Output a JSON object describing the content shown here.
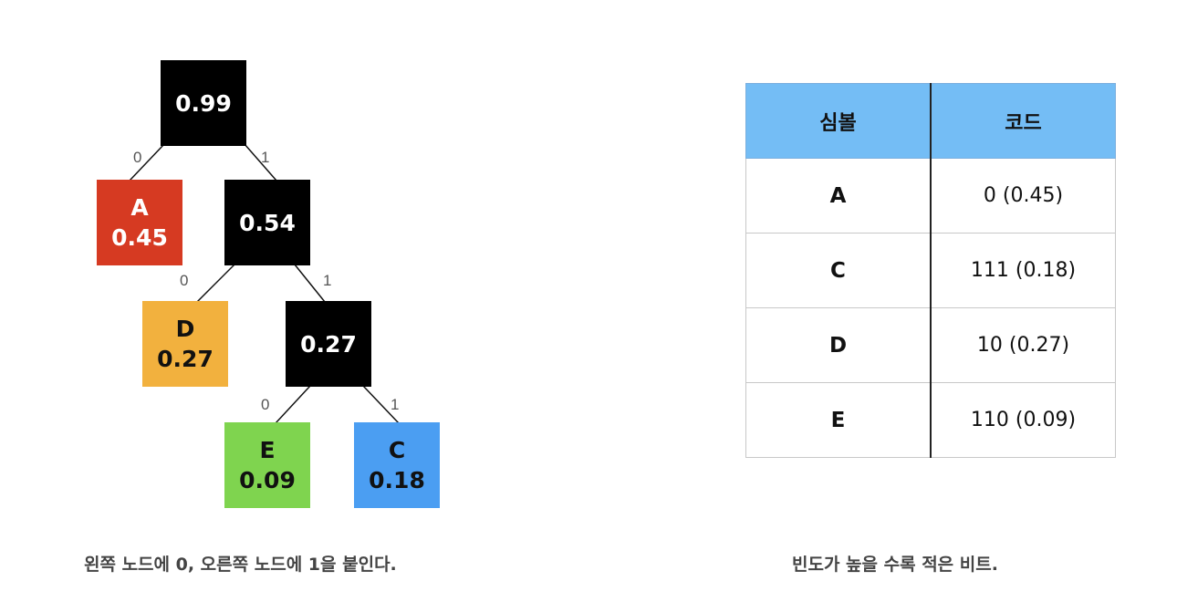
{
  "tree": {
    "root": {
      "value": "0.99",
      "color": "#000000"
    },
    "n054": {
      "value": "0.54",
      "color": "#000000"
    },
    "n027": {
      "value": "0.27",
      "color": "#000000"
    },
    "leafA": {
      "symbol": "A",
      "value": "0.45",
      "color": "#d63a22"
    },
    "leafD": {
      "symbol": "D",
      "value": "0.27",
      "color": "#f2b13e"
    },
    "leafE": {
      "symbol": "E",
      "value": "0.09",
      "color": "#7fd44f"
    },
    "leafC": {
      "symbol": "C",
      "value": "0.18",
      "color": "#4b9ef2"
    },
    "edge_labels": {
      "left": "0",
      "right": "1"
    }
  },
  "table": {
    "headers": [
      "심볼",
      "코드"
    ],
    "rows": [
      {
        "symbol": "A",
        "code": "0 (0.45)"
      },
      {
        "symbol": "C",
        "code": "111 (0.18)"
      },
      {
        "symbol": "D",
        "code": "10 (0.27)"
      },
      {
        "symbol": "E",
        "code": "110 (0.09)"
      }
    ],
    "header_color": "#74bdf5"
  },
  "captions": {
    "left": "왼쪽 노드에 0, 오른쪽 노드에 1을 붙인다.",
    "right": "빈도가 높을 수록 적은 비트."
  }
}
